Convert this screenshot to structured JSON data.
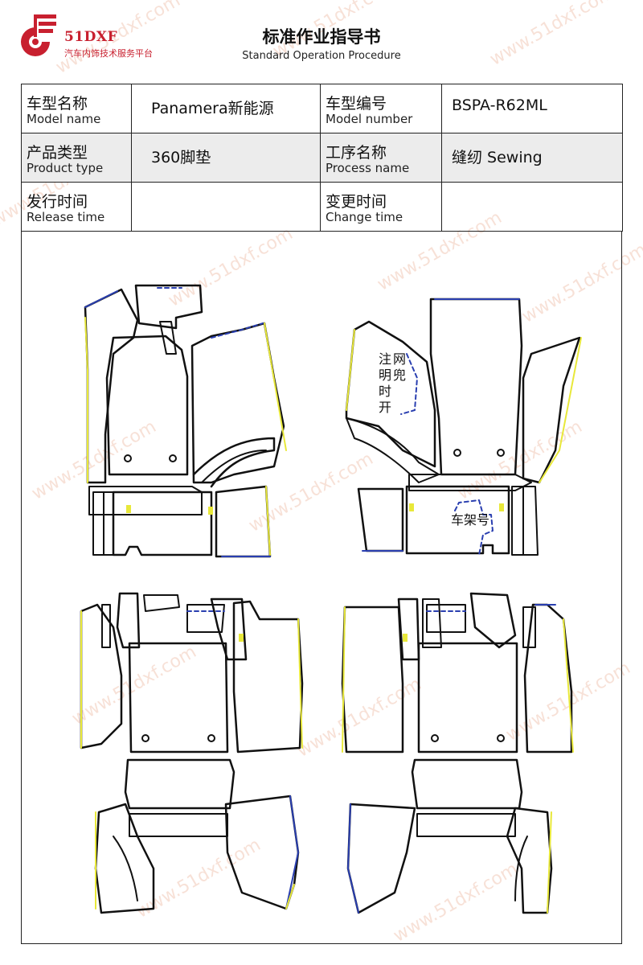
{
  "brand": {
    "name": "51DXF",
    "tagline": "汽车内饰技术服务平台",
    "color": "#c8202f"
  },
  "title": {
    "main": "标准作业指导书",
    "sub": "Standard Operation Procedure"
  },
  "info": [
    [
      {
        "cn": "车型名称",
        "en": "Model name",
        "value": "Panamera新能源"
      },
      {
        "cn": "车型编号",
        "en": "Model number",
        "value": "BSPA-R62ML"
      }
    ],
    [
      {
        "cn": "产品类型",
        "en": "Product type",
        "value": "360脚垫"
      },
      {
        "cn": "工序名称",
        "en": "Process name",
        "value": "缝纫 Sewing"
      }
    ],
    [
      {
        "cn": "发行时间",
        "en": "Release time",
        "value": ""
      },
      {
        "cn": "变更时间",
        "en": "Change time",
        "value": ""
      }
    ]
  ],
  "annotations": {
    "net_pocket": [
      "注",
      "网",
      "明",
      "兜",
      "时",
      "开"
    ],
    "frame_number": "车架号"
  },
  "watermark": "www.51dxf.com",
  "colors": {
    "outline": "#111111",
    "yellow_edge": "#e8e83a",
    "blue_edge": "#2a3fb0",
    "watermark": "#f2c9b8"
  }
}
